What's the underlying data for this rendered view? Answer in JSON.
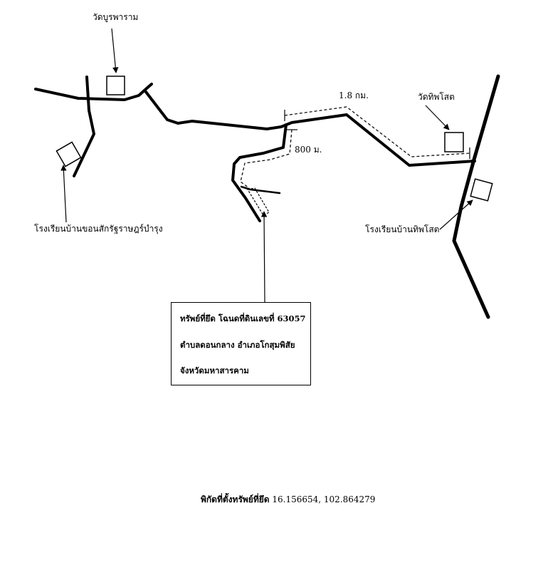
{
  "labels": {
    "temple_top": "วัดบูรพาราม",
    "school_left": "โรงเรียนบ้านขอนสักรัฐราษฎร์บำรุง",
    "distance_1": "1.8 กม.",
    "distance_2": "800 ม.",
    "temple_right": "วัดทิพโสต",
    "school_right": "โรงเรียนบ้านทิพโสต"
  },
  "property": {
    "line1": "ทรัพย์ที่ยึด โฉนดที่ดินเลขที่ 63057",
    "line2": "ตำบลดอนกลาง อำเภอโกสุมพิสัย",
    "line3": "จังหวัดมหาสารคาม"
  },
  "coordinates": {
    "label": "พิกัดที่ตั้งทรัพย์ที่ยึด",
    "value": "16.156654, 102.864279"
  },
  "colors": {
    "ink": "#000000",
    "paper": "#ffffff"
  }
}
